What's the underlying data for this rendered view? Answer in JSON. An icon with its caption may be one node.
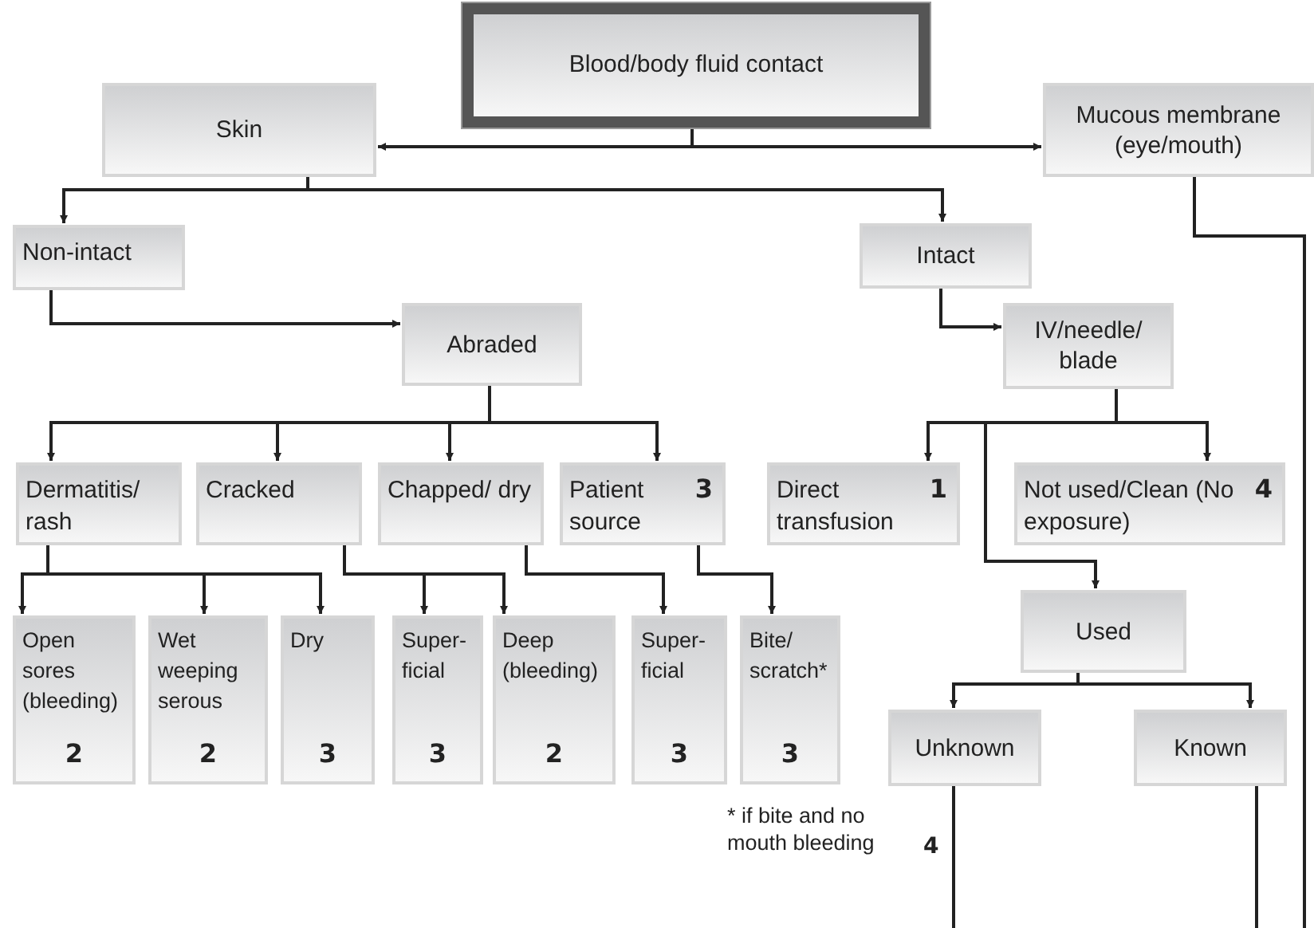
{
  "diagram": {
    "nodes": [
      {
        "text": [
          "Blood/body fluid contact"
        ]
      },
      {
        "text": [
          "Skin"
        ]
      },
      {
        "text": [
          "Mucous membrane (eye/mouth)"
        ]
      },
      {
        "text": [
          "Non-intact"
        ]
      },
      {
        "text": [
          "Intact"
        ]
      },
      {
        "text": [
          "Abraded"
        ]
      },
      {
        "text": [
          "IV/needle/ blade"
        ]
      },
      {
        "text": [
          "Dermatitis/ rash"
        ]
      },
      {
        "text": [
          "Cracked"
        ]
      },
      {
        "text": [
          "Chapped/ dry"
        ]
      },
      {
        "text": [
          "Patient source",
          "3"
        ]
      },
      {
        "text": [
          "Direct transfusion",
          "1"
        ]
      },
      {
        "text": [
          "Not used/Clean (No exposure)",
          "4"
        ]
      },
      {
        "text": [
          "Open sores (bleeding)",
          "2"
        ]
      },
      {
        "text": [
          "Wet weeping serous",
          "2"
        ]
      },
      {
        "text": [
          "Dry",
          "3"
        ]
      },
      {
        "text": [
          "Super-ficial",
          "3"
        ]
      },
      {
        "text": [
          "Deep (bleeding)",
          "2"
        ]
      },
      {
        "text": [
          "Super-ficial",
          "3"
        ]
      },
      {
        "text": [
          "Bite/ scratch*",
          "3"
        ]
      },
      {
        "text": [
          "Used"
        ]
      },
      {
        "text": [
          "Unknown"
        ]
      },
      {
        "text": [
          "Known"
        ]
      }
    ],
    "edges": [
      {
        "from": 0,
        "to": 1,
        "arrow": "to"
      },
      {
        "from": 0,
        "to": 2,
        "arrow": "to"
      },
      {
        "from": 1,
        "to": 3,
        "arrow": "to"
      },
      {
        "from": 1,
        "to": 4,
        "arrow": "to"
      },
      {
        "from": 3,
        "to": 5,
        "arrow": "to"
      },
      {
        "from": 4,
        "to": 6,
        "arrow": "to"
      },
      {
        "from": 5,
        "to": 7,
        "arrow": "to"
      },
      {
        "from": 5,
        "to": 8,
        "arrow": "to"
      },
      {
        "from": 5,
        "to": 9,
        "arrow": "to"
      },
      {
        "from": 5,
        "to": 10,
        "arrow": "to"
      },
      {
        "from": 6,
        "to": 11,
        "arrow": "to"
      },
      {
        "from": 6,
        "to": 12,
        "arrow": "to"
      },
      {
        "from": 6,
        "to": 20,
        "arrow": "to"
      },
      {
        "from": 7,
        "to": 13,
        "arrow": "to"
      },
      {
        "from": 7,
        "to": 14,
        "arrow": "to"
      },
      {
        "from": 7,
        "to": 15,
        "arrow": "to"
      },
      {
        "from": 8,
        "to": 16,
        "arrow": "to"
      },
      {
        "from": 8,
        "to": 17,
        "arrow": "to"
      },
      {
        "from": 9,
        "to": 18,
        "arrow": "to"
      },
      {
        "from": 10,
        "to": 19,
        "arrow": "to"
      },
      {
        "from": 20,
        "to": 21,
        "arrow": "to"
      },
      {
        "from": 20,
        "to": 22,
        "arrow": "to"
      },
      {
        "from": 2,
        "to": null,
        "arrow": "none"
      },
      {
        "from": 21,
        "to": null,
        "arrow": "none"
      },
      {
        "from": 22,
        "to": null,
        "arrow": "none"
      }
    ],
    "labels": [
      "* if bite and no mouth bleeding",
      "4"
    ]
  }
}
